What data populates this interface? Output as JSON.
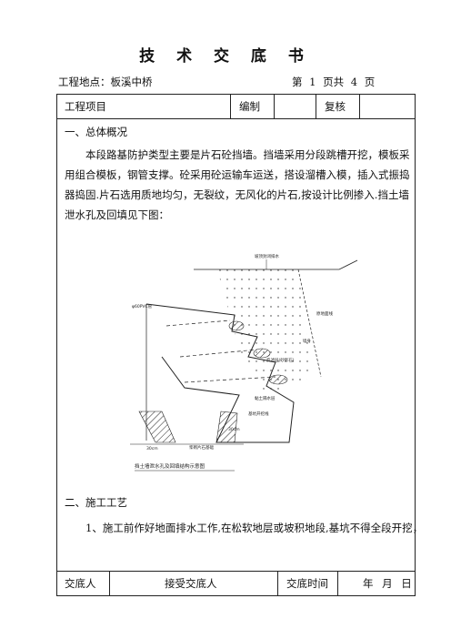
{
  "title": "技 术 交 底 书",
  "location_label": "工程地点：板溪中桥",
  "page_info": "第  1  页共 4 页",
  "header_row": {
    "project_label": "工程项目",
    "prepared_label": "编制",
    "review_label": "复核"
  },
  "section1_heading": "一、总体概况",
  "section1_text": "本段路基防护类型主要是片石砼挡墙。挡墙采用分段跳槽开挖，模板采用组合模板，钢管支撑。砼采用砼运输车运送，搭设溜槽入模，插入式振捣器捣固.片石选用质地均匀，无裂纹，无风化的片石,按设计比例掺入.挡土墙泄水孔及回填见下图：",
  "figure": {
    "caption": "挡土墙泄水孔及回填结构示意图",
    "label_top": "坡顶封闭排水",
    "label_pipe": "φ60PVC管",
    "label_right1": "原地面线",
    "label_right2": "墙身",
    "label_right3": "反滤层(砂砾石)",
    "label_right4": "黏土隔水层",
    "label_right5": "基坑开挖线",
    "label_bottom": "浆砌片石基础",
    "dim1": "30cm",
    "dim2": "30cm"
  },
  "section2_heading": "二、施工工艺",
  "section2_text": "1、施工前作好地面排水工作,在松软地层或坡积地段,基坑不得全段开挖，",
  "footer_row": {
    "handover_label": "交底人",
    "receiver_label": "接受交底人",
    "time_label": "交底时间",
    "date_label": "年  月 日"
  }
}
